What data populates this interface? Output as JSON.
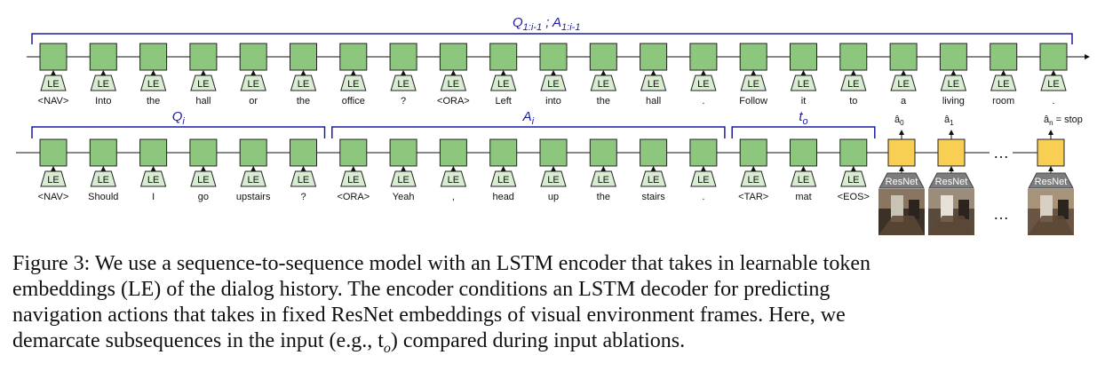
{
  "row1": {
    "brace_label_main": "Q",
    "brace_label_main_sub": "1:i-1",
    "brace_label_sep": " ; ",
    "brace_label_second": "A",
    "brace_label_second_sub": "1:i-1",
    "tokens": [
      "<NAV>",
      "Into",
      "the",
      "hall",
      "or",
      "the",
      "office",
      "?",
      "<ORA>",
      "Left",
      "into",
      "the",
      "hall",
      ".",
      "Follow",
      "it",
      "to",
      "a",
      "living",
      "room",
      "."
    ]
  },
  "row2": {
    "tokens": [
      "<NAV>",
      "Should",
      "I",
      "go",
      "upstairs",
      "?",
      "<ORA>",
      "Yeah",
      ",",
      "head",
      "up",
      "the",
      "stairs",
      ".",
      "<TAR>",
      "mat",
      "<EOS>"
    ],
    "groups": [
      {
        "label": "Q",
        "sub": "i"
      },
      {
        "label": "A",
        "sub": "i"
      },
      {
        "label": "t",
        "sub": "o"
      }
    ]
  },
  "le_label": "LE",
  "decoder": {
    "resnet_label": "ResNet",
    "outputs": [
      {
        "label": "â",
        "sub": "0",
        "suffix": ""
      },
      {
        "label": "â",
        "sub": "1",
        "suffix": ""
      },
      {
        "label": "â",
        "sub": "n",
        "suffix": " = stop"
      }
    ],
    "ellipsis": "…"
  },
  "colors": {
    "lstm": "#8dc77d",
    "decoder": "#f8cf52",
    "le_fill": "#d7ecd0",
    "resnet_fill": "#7d7d7d",
    "brace": "#1a1aa6"
  },
  "caption": {
    "lines": [
      "Figure 3: We use a sequence-to-sequence model with an LSTM encoder that takes in learnable token",
      "embeddings (LE) of the dialog history.  The encoder conditions an LSTM decoder for predicting",
      "navigation actions that takes in fixed ResNet embeddings of visual environment frames. Here, we",
      "demarcate subsequences in the input (e.g., t",
      "o",
      ") compared during input ablations."
    ]
  }
}
